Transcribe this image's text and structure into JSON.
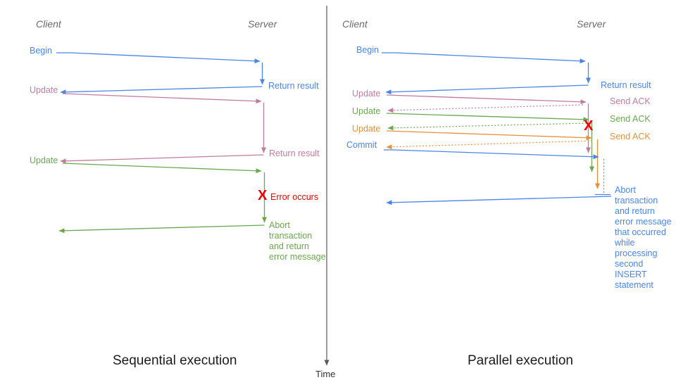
{
  "colors": {
    "blue": "#4a86e8",
    "pink": "#c27ba0",
    "green": "#6aa84f",
    "orange": "#e69138",
    "red": "#ee0000",
    "header_gray": "#6b6b6b",
    "axis_gray": "#595959"
  },
  "time_label": "Time",
  "sequential": {
    "caption": "Sequential execution",
    "client": "Client",
    "server": "Server",
    "begin": "Begin",
    "return_result_1": "Return result",
    "update_1": "Update",
    "return_result_2": "Return result",
    "update_2": "Update",
    "error_x": "X",
    "error_label": "Error occurs",
    "abort_message": "Abort\ntransaction\nand return\nerror message"
  },
  "parallel": {
    "caption": "Parallel execution",
    "client": "Client",
    "server": "Server",
    "begin": "Begin",
    "return_result": "Return result",
    "update_1": "Update",
    "send_ack_1": "Send ACK",
    "update_2": "Update",
    "send_ack_2": "Send ACK",
    "update_3": "Update",
    "send_ack_3": "Send ACK",
    "commit": "Commit",
    "error_x": "X",
    "abort_message": "Abort\ntransaction\nand return\nerror message\nthat occurred\nwhile\nprocessing\nsecond\nINSERT\nstatement"
  }
}
